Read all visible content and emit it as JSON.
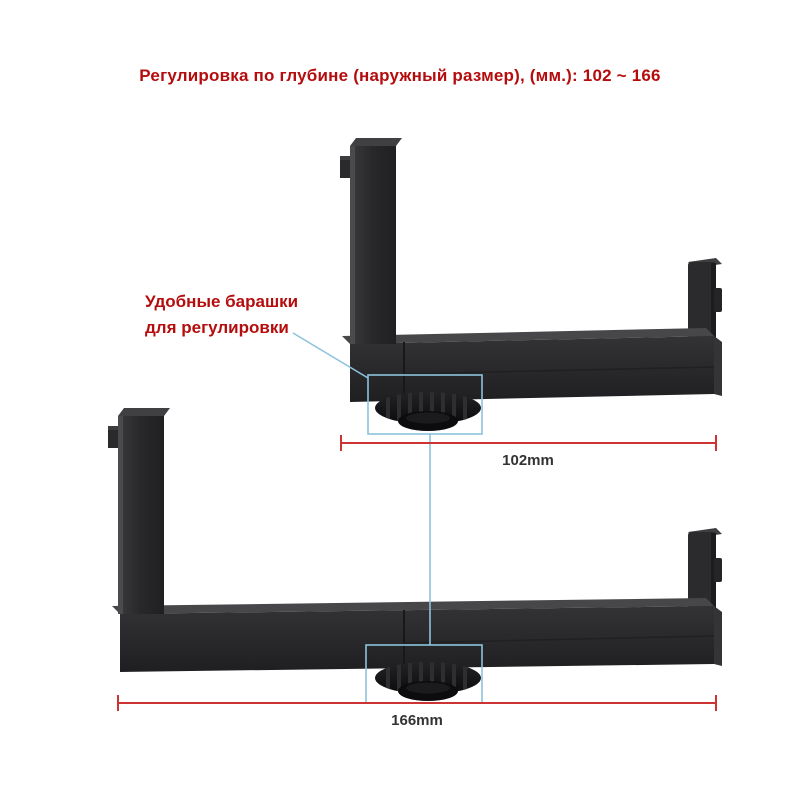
{
  "title": "Регулировка по глубине (наружный размер), (мм.): 102 ~ 166",
  "callout": {
    "line1": "Удобные барашки",
    "line2": "для регулировки"
  },
  "dimensions": {
    "top_label": "102mm",
    "bottom_label": "166mm"
  },
  "colors": {
    "title_red": "#b50d0d",
    "dim_red": "#cc3333",
    "callout_blue": "#8cc3de",
    "bracket_dark": "#28282a",
    "background": "#ffffff"
  }
}
